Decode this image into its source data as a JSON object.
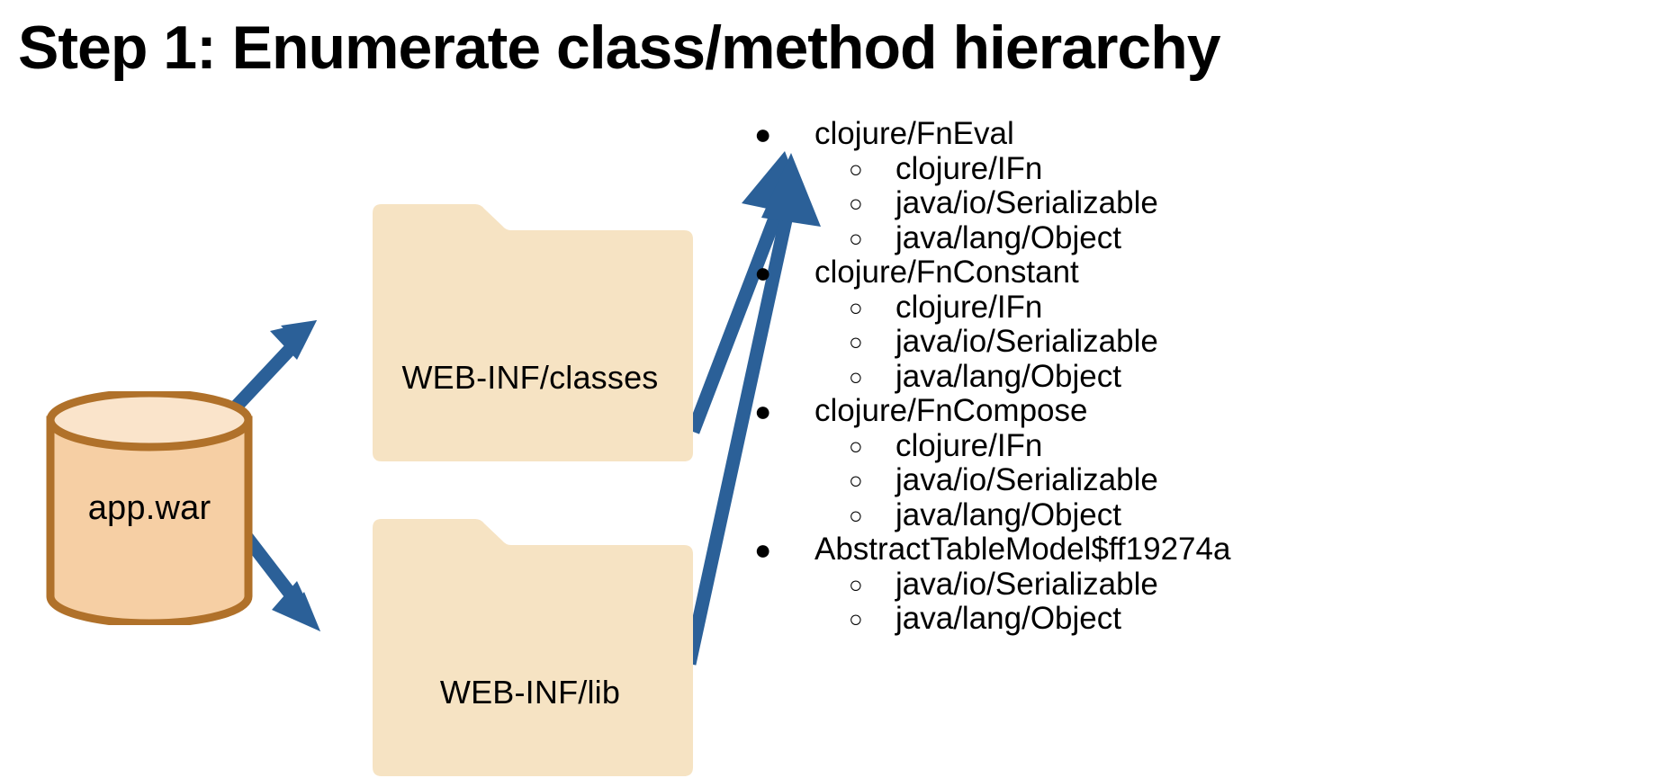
{
  "slide": {
    "title": "Step 1: Enumerate class/method hierarchy"
  },
  "colors": {
    "arrow_blue": "#2B6098",
    "folder_fill": "#F6E3C3",
    "cylinder_fill": "#F6CFA4",
    "cylinder_top_fill": "#FAE4CB",
    "cylinder_stroke": "#B0712A",
    "text": "#000000",
    "background": "#FFFFFF"
  },
  "diagram": {
    "source": {
      "label": "app.war",
      "shape": "cylinder"
    },
    "folders": [
      {
        "label": "WEB-INF/classes",
        "shape": "folder"
      },
      {
        "label": "WEB-INF/lib",
        "shape": "folder"
      }
    ],
    "arrows": [
      {
        "name": "arrow-war-to-classes",
        "from": "app.war",
        "to": "WEB-INF/classes"
      },
      {
        "name": "arrow-war-to-lib",
        "from": "app.war",
        "to": "WEB-INF/lib"
      },
      {
        "name": "arrow-classes-to-hierarchy",
        "from": "WEB-INF/classes",
        "to": "hierarchy"
      },
      {
        "name": "arrow-lib-to-hierarchy",
        "from": "WEB-INF/lib",
        "to": "hierarchy"
      }
    ]
  },
  "hierarchy": {
    "bullet_level1": "●",
    "bullet_level2": "○",
    "items": [
      {
        "name": "clojure/FnEval",
        "children": [
          "clojure/IFn",
          "java/io/Serializable",
          "java/lang/Object"
        ]
      },
      {
        "name": "clojure/FnConstant",
        "children": [
          "clojure/IFn",
          "java/io/Serializable",
          "java/lang/Object"
        ]
      },
      {
        "name": "clojure/FnCompose",
        "children": [
          "clojure/IFn",
          "java/io/Serializable",
          "java/lang/Object"
        ]
      },
      {
        "name": "AbstractTableModel$ff19274a",
        "children": [
          "java/io/Serializable",
          "java/lang/Object"
        ]
      }
    ]
  }
}
